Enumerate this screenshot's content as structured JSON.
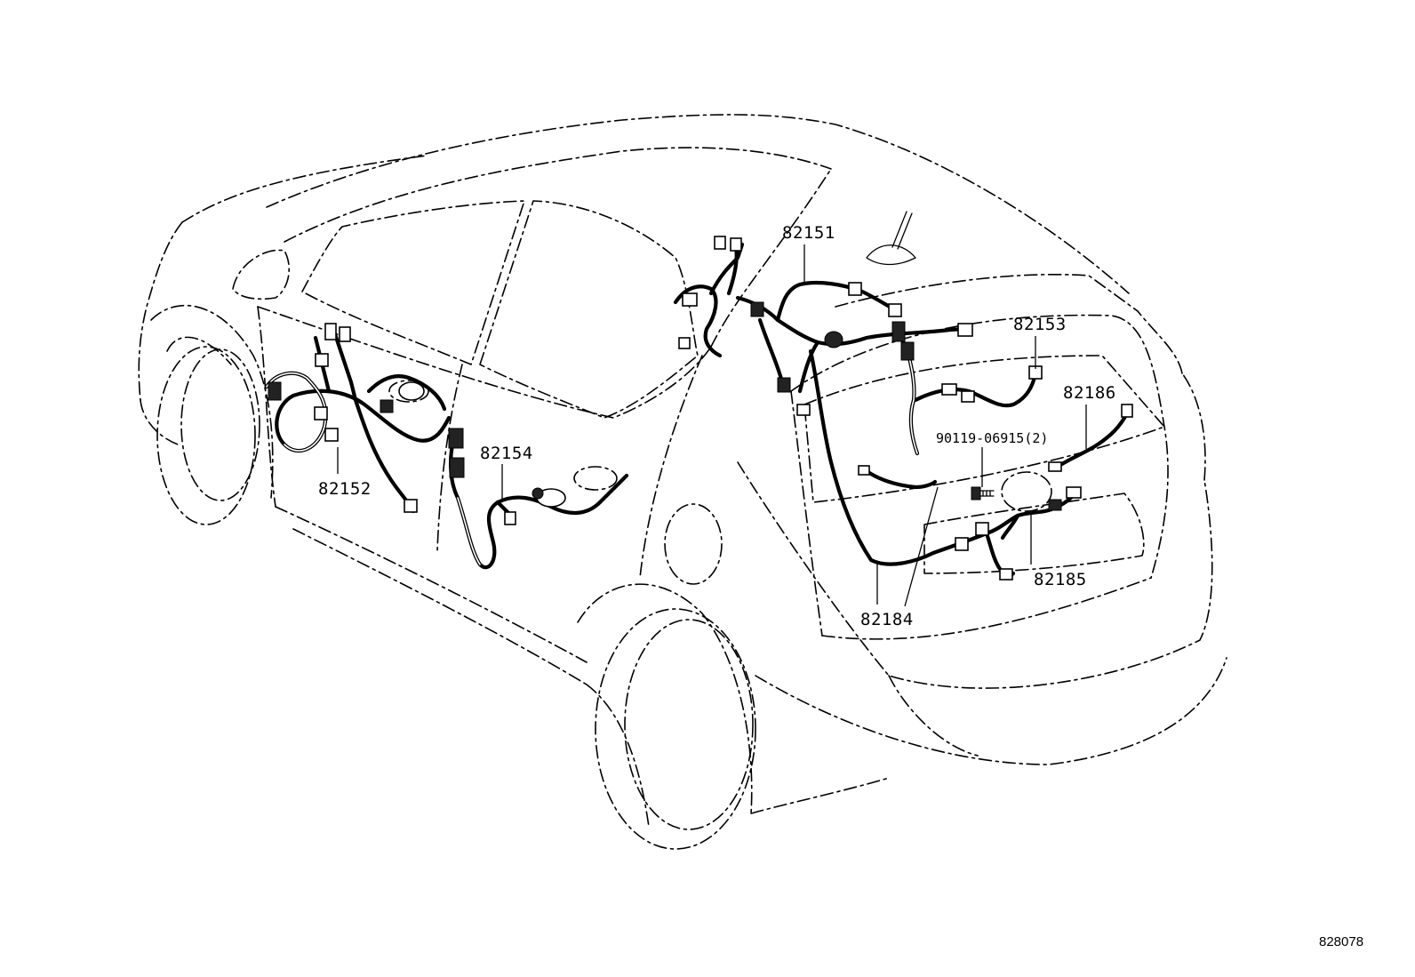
{
  "labels": {
    "p82151": "82151",
    "p82152": "82152",
    "p82153": "82153",
    "p82154": "82154",
    "p82184": "82184",
    "p82185": "82185",
    "p82186": "82186",
    "bolt": "90119-06915(2)"
  },
  "illustration_number": "828078"
}
